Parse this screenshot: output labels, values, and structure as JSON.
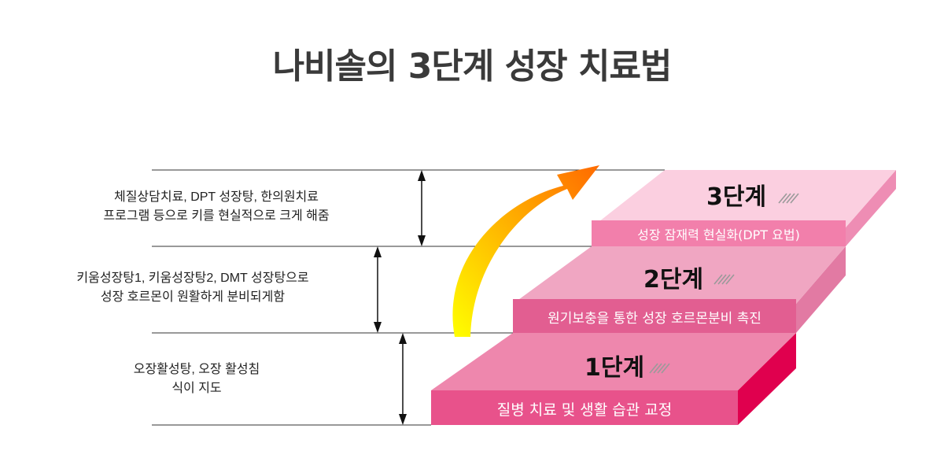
{
  "title": "나비솔의 3단계 성장 치료법",
  "colors": {
    "stage1_face": "#e8528b",
    "stage1_top": "#ee87ad",
    "stage1_side": "#e0004e",
    "stage2_face": "#e25e91",
    "stage2_top": "#f0a6c2",
    "stage2_side": "#e27aa3",
    "stage3_face": "#f27fab",
    "stage3_top": "#fbcfe0",
    "stage3_side": "#ee8db4",
    "arrow_start": "#ffff00",
    "arrow_end": "#ff6a00"
  },
  "stages": [
    {
      "title": "1단계",
      "label": "질병 치료 및 생활 습관 교정",
      "description": [
        "오장활성탕, 오장 활성침",
        "식이 지도"
      ]
    },
    {
      "title": "2단계",
      "label": "원기보충을 통한 성장 호르몬분비 촉진",
      "description": [
        "키움성장탕1, 키움성장탕2, DMT 성장탕으로",
        "성장 호르몬이 원활하게 분비되게함"
      ]
    },
    {
      "title": "3단계",
      "label": "성장 잠재력 현실화(DPT 요법)",
      "description": [
        "체질상담치료, DPT 성장탕, 한의원치료",
        "프로그램 등으로 키를 현실적으로 크게 해줌"
      ]
    }
  ]
}
